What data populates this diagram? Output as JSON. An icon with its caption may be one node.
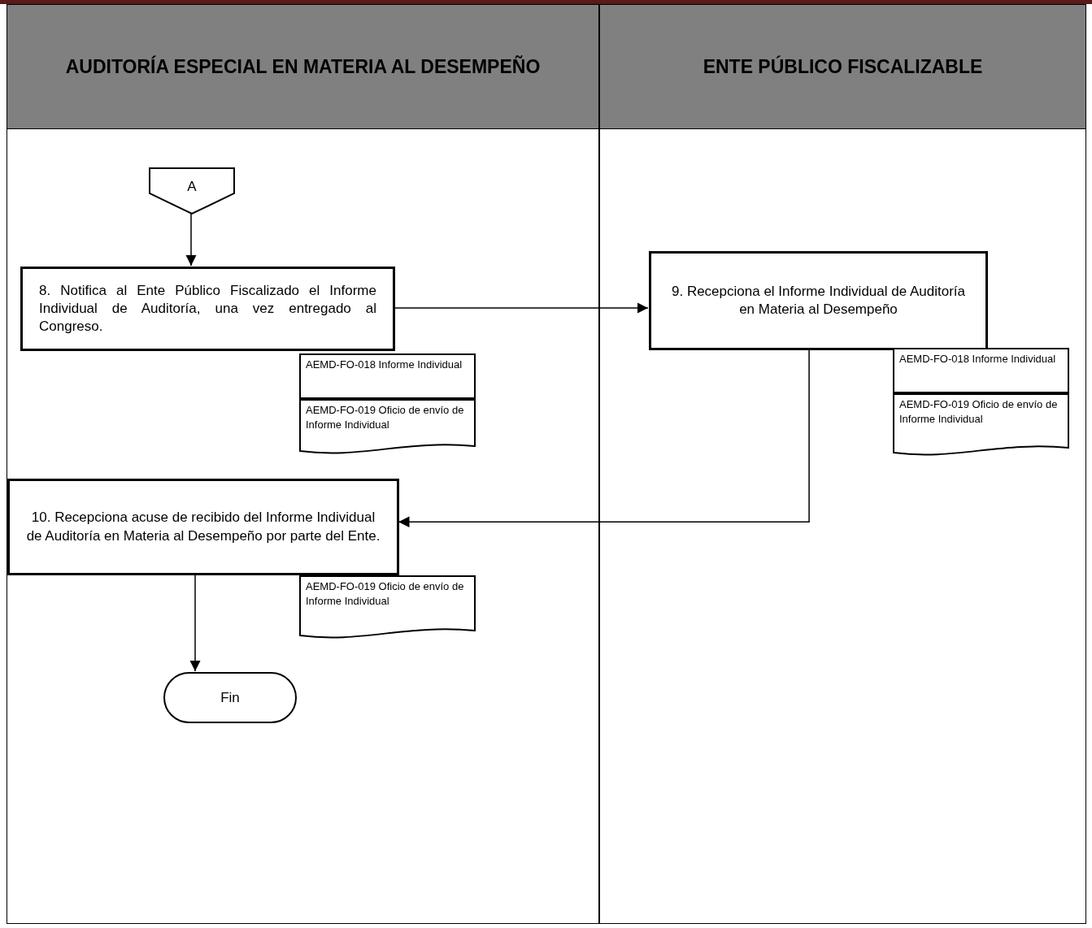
{
  "diagram": {
    "nodes": [
      {
        "text": [
          "AUDITORÍA ESPECIAL EN MATERIA AL DESEMPEÑO"
        ]
      },
      {
        "text": [
          "ENTE PÚBLICO FISCALIZABLE"
        ]
      },
      {
        "text": [
          "A"
        ],
        "in": 0
      },
      {
        "text": [
          "8. Notifica al Ente Público Fiscalizado el Informe Individual de Auditoría, una vez entregado al Congreso."
        ],
        "in": 0
      },
      {
        "text": [
          "AEMD-FO-018 Informe Individual"
        ],
        "in": 0
      },
      {
        "text": [
          "AEMD-FO-019 Oficio de envío de Informe Individual"
        ],
        "in": 0
      },
      {
        "text": [
          "9. Recepciona el Informe Individual de Auditoría en Materia al Desempeño"
        ],
        "in": 1
      },
      {
        "text": [
          "AEMD-FO-018 Informe Individual"
        ],
        "in": 1
      },
      {
        "text": [
          "AEMD-FO-019 Oficio de envío de Informe Individual"
        ],
        "in": 1
      },
      {
        "text": [
          "10. Recepciona acuse de recibido del Informe Individual de Auditoría en Materia al Desempeño por parte del Ente."
        ],
        "in": 0
      },
      {
        "text": [
          "AEMD-FO-019 Oficio de envío de Informe Individual"
        ],
        "in": 0
      },
      {
        "text": [
          "Fin"
        ],
        "in": 0
      }
    ],
    "edges": [
      {
        "from": 2,
        "to": 3,
        "arrow": "to"
      },
      {
        "from": 3,
        "to": 6,
        "arrow": "to"
      },
      {
        "from": 6,
        "to": 9,
        "arrow": "to"
      },
      {
        "from": 9,
        "to": 11,
        "arrow": "to"
      }
    ]
  }
}
